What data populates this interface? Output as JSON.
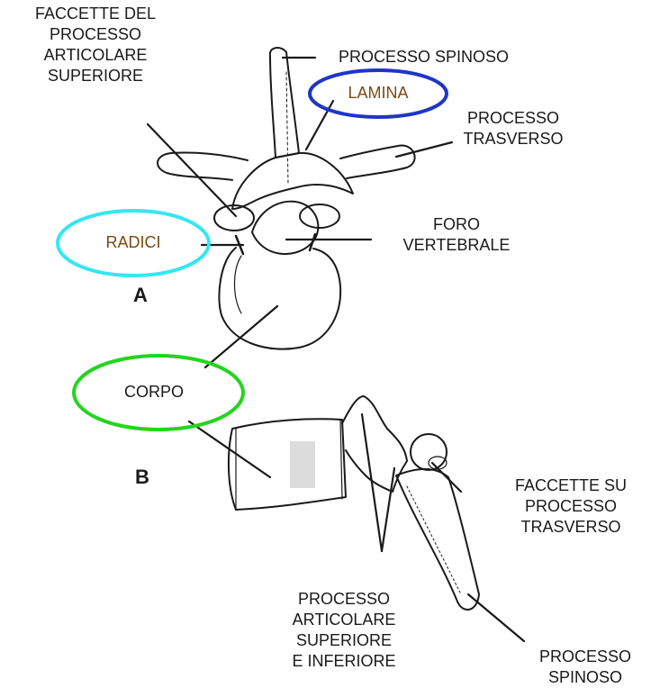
{
  "colors": {
    "lamina_ellipse": "#1f35c8",
    "radici_ellipse": "#35e6f2",
    "corpo_ellipse": "#25d41f",
    "ink": "#1a1a1a"
  },
  "labels": {
    "faccette_superiore": "FACCETTE DEL\nPROCESSO\nARTICOLARE\nSUPERIORE",
    "processo_spinoso_top": "PROCESSO SPINOSO",
    "lamina": "LAMINA",
    "processo_trasverso": "PROCESSO\nTRASVERSO",
    "radici": "RADICI",
    "foro_vertebrale": "FORO\nVERTEBRALE",
    "view_a": "A",
    "corpo": "CORPO",
    "view_b": "B",
    "faccette_trasverso": "FACCETTE SU\nPROCESSO\nTRASVERSO",
    "processo_articolare_sup_inf": "PROCESSO\nARTICOLARE\nSUPERIORE\nE INFERIORE",
    "processo_spinoso_bottom": "PROCESSO\nSPINOSO"
  }
}
